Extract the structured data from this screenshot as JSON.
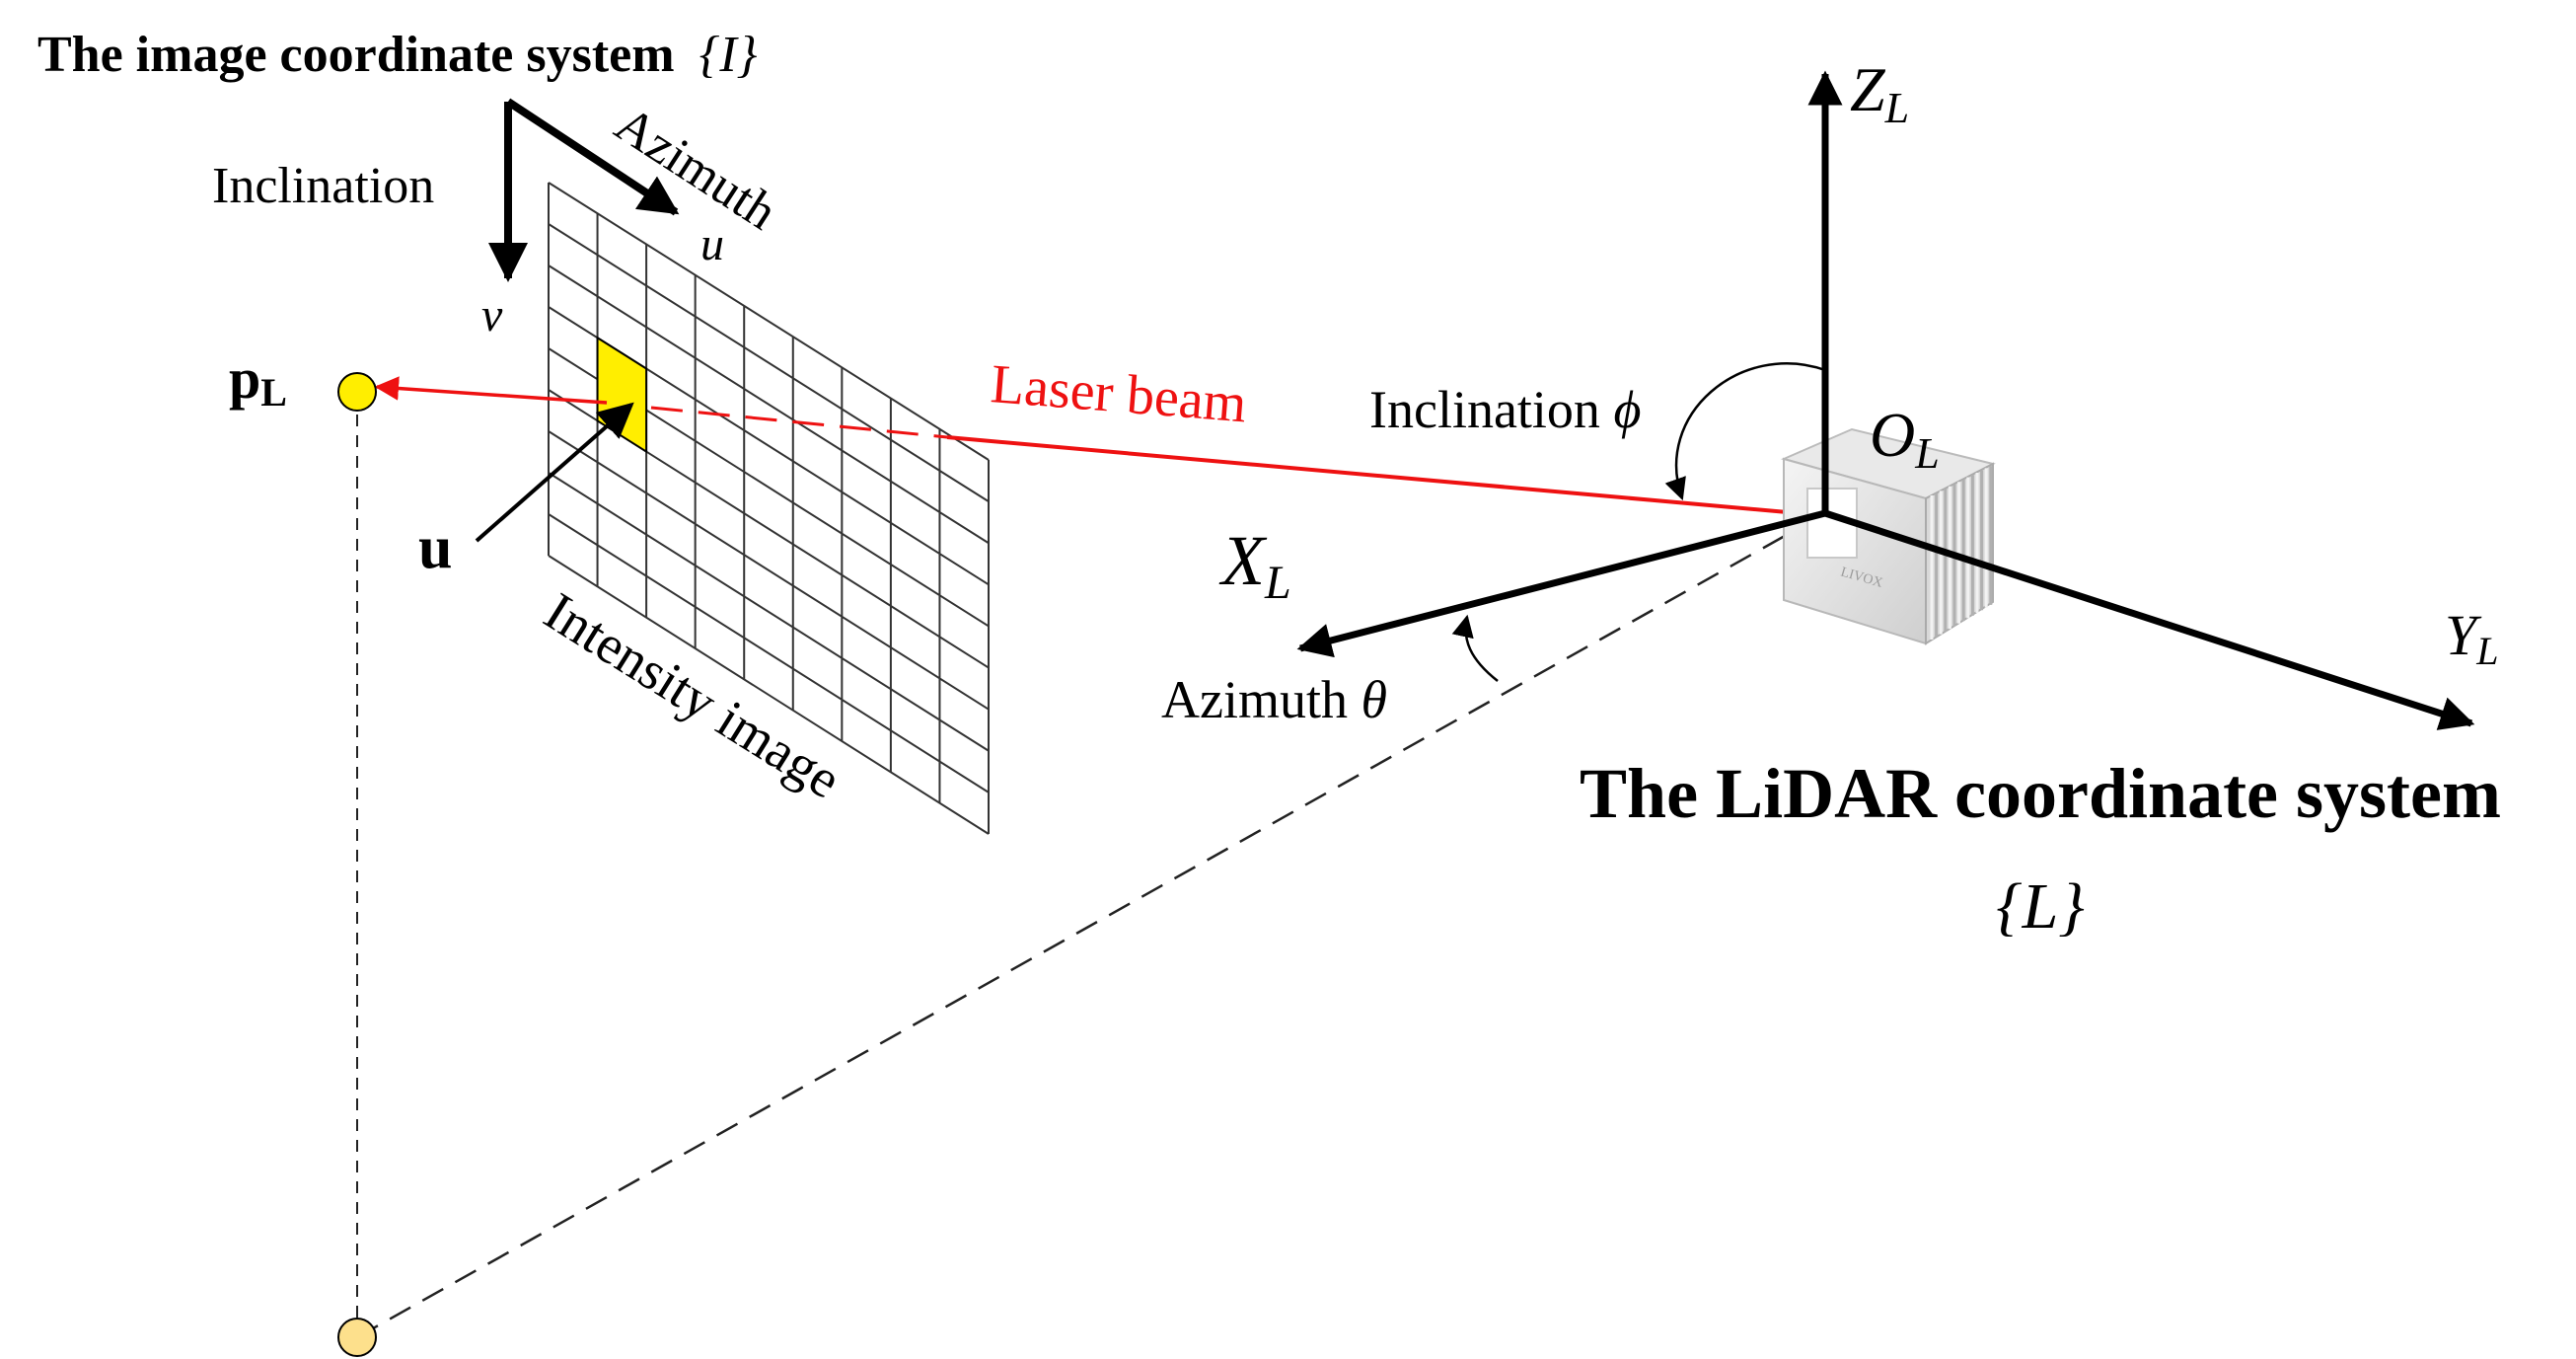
{
  "image_system": {
    "title": "The image coordinate system",
    "title_symbol": "{I}",
    "inclination_label": "Inclination",
    "azimuth_label": "Azimuth",
    "u_label": "u",
    "v_label": "v"
  },
  "point": {
    "label": "p",
    "subscript": "L"
  },
  "pixel": {
    "label": "u"
  },
  "intensity_image_label": "Intensity image",
  "laser_beam_label": "Laser beam",
  "lidar_system": {
    "title": "The LiDAR coordinate system",
    "title_symbol": "{L}",
    "z_axis": "Z",
    "x_axis": "X",
    "y_axis": "Y",
    "axis_subscript": "L",
    "origin": "O",
    "origin_subscript": "L",
    "inclination_label": "Inclination",
    "inclination_symbol": "ϕ",
    "azimuth_label": "Azimuth",
    "azimuth_symbol": "θ",
    "device_brand": "LIVOX"
  },
  "colors": {
    "laser": "#ee1111",
    "pixel_fill": "#ffee00",
    "point_fill": "#ffee00",
    "projected_point_fill": "#fde08c",
    "axis": "#000000"
  }
}
